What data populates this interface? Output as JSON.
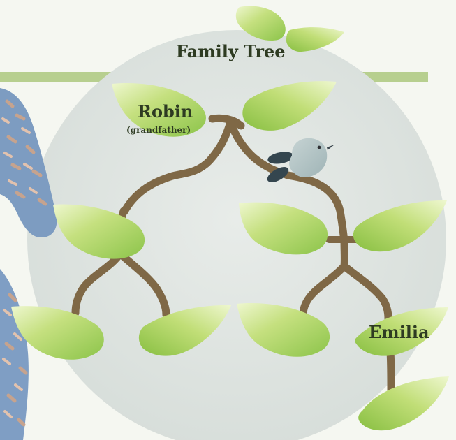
{
  "diagram": {
    "title": "Family Tree",
    "nodes": [
      {
        "name": "Robin",
        "role": "(grandfather)"
      },
      {
        "name": "Emilia"
      }
    ]
  },
  "colors": {
    "background": "#f3f6ef",
    "circle": "#d9e0dc",
    "band": "#b7cf8f",
    "branch": "#7f6846",
    "leaf_light": "#e7f3c0",
    "leaf_mid": "#b6d96a",
    "leaf_dark": "#88bf42",
    "bird_body": "#b8c8c8",
    "bird_wing": "#36474f",
    "text": "#2e3b22"
  }
}
